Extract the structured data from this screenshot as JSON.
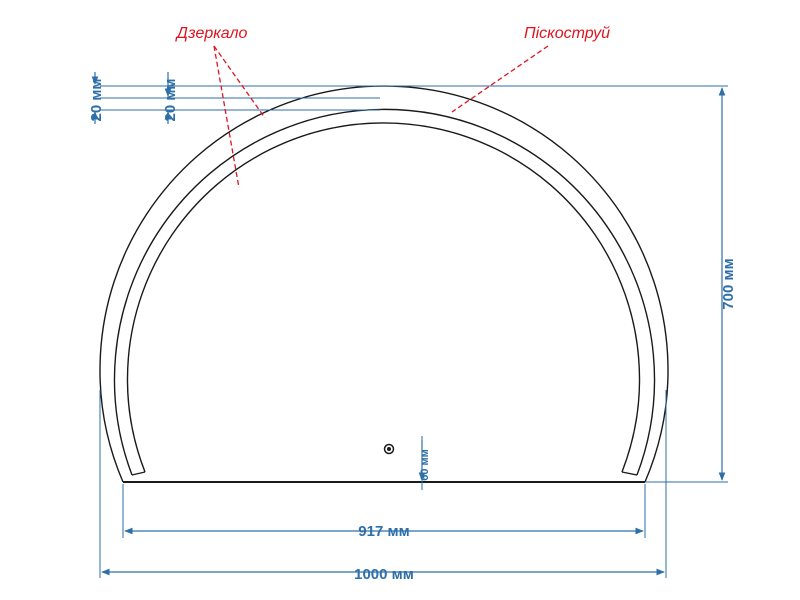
{
  "annotations": {
    "mirror": "Дзеркало",
    "sandblast": "Піскоструй"
  },
  "dimensions": {
    "width_total": "1000 мм",
    "width_inner": "917 мм",
    "height_total": "700 мм",
    "band_outer": "20 мм",
    "band_inner": "20 мм",
    "sensor_offset": "60 мм"
  },
  "colors": {
    "dimension": "#2e6fa8",
    "annotation": "#e0141e",
    "outline": "#1a1a1a"
  }
}
